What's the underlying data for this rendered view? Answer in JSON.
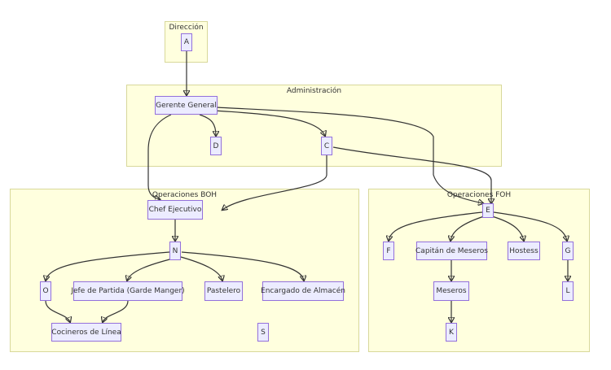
{
  "clusters": {
    "direccion": "Dirección",
    "administracion": "Administración",
    "boh": "Operaciones BOH",
    "foh": "Operaciones FOH"
  },
  "nodes": {
    "A": "A",
    "gerente": "Gerente General",
    "D": "D",
    "C": "C",
    "chef": "Chef Ejecutivo",
    "N": "N",
    "O": "O",
    "jefe": "Jefe de Partida (Garde Manger)",
    "pastelero": "Pastelero",
    "encargado": "Encargado de Almacén",
    "cocineros": "Cocineros de Línea",
    "S": "S",
    "E": "E",
    "F": "F",
    "capitan": "Capitán de Meseros",
    "hostess": "Hostess",
    "G": "G",
    "meseros": "Meseros",
    "L": "L",
    "K": "K"
  },
  "colors": {
    "cluster_fill": "#ffffde",
    "cluster_border": "#d8d89a",
    "node_fill": "#ececff",
    "node_border": "#9370db",
    "edge": "#333333"
  }
}
